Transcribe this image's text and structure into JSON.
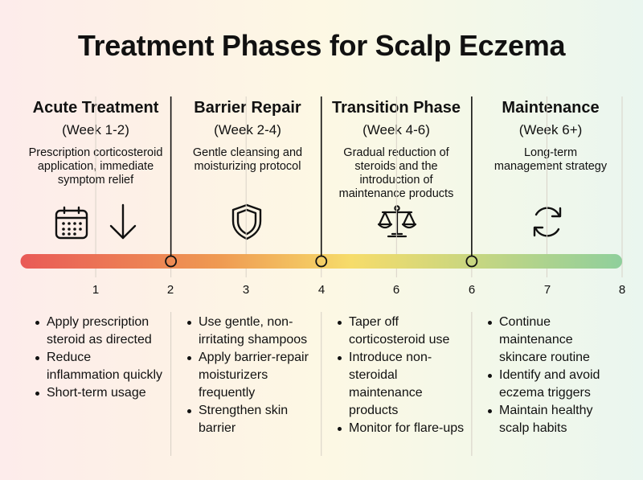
{
  "title": "Treatment Phases for Scalp Eczema",
  "axis": {
    "min": 0,
    "max": 8,
    "ticks": [
      1,
      2,
      3,
      4,
      5,
      6,
      7,
      8
    ],
    "tick_labels": [
      "1",
      "2",
      "3",
      "4",
      "6",
      "6",
      "7",
      "8"
    ]
  },
  "phases": [
    {
      "name": "Acute Treatment",
      "period": "(Week 1-2)",
      "description": "Prescription corticosteroid application, immediate symptom relief",
      "icons": [
        "calendar-icon",
        "arrow-down-icon"
      ],
      "bullets": [
        "Apply prescription steroid as directed",
        "Reduce inflammation quickly",
        "Short-term usage"
      ]
    },
    {
      "name": "Barrier Repair",
      "period": "(Week 2-4)",
      "description": "Gentle cleansing and moisturizing protocol",
      "icons": [
        "shield-icon"
      ],
      "bullets": [
        "Use gentle, non-irritating shampoos",
        "Apply barrier-repair moisturizers frequently",
        "Strengthen skin barrier"
      ]
    },
    {
      "name": "Transition Phase",
      "period": "(Week 4-6)",
      "description": "Gradual reduction of steroids and the introduction of maintenance products",
      "icons": [
        "scale-icon"
      ],
      "bullets": [
        "Taper off corticosteroid use",
        "Introduce non-steroidal maintenance products",
        "Monitor for flare-ups"
      ]
    },
    {
      "name": "Maintenance",
      "period": "(Week 6+)",
      "description": "Long-term management strategy",
      "icons": [
        "refresh-icon"
      ],
      "bullets": [
        "Continue maintenance skincare routine",
        "Identify and avoid eczema triggers",
        "Maintain healthy scalp habits"
      ]
    }
  ],
  "milestones": [
    2,
    4,
    6
  ],
  "colors": {
    "red": "#e95a57",
    "orange": "#ef9a52",
    "yellow": "#f6dc6a",
    "green": "#8fcf9c",
    "line": "#111111"
  }
}
